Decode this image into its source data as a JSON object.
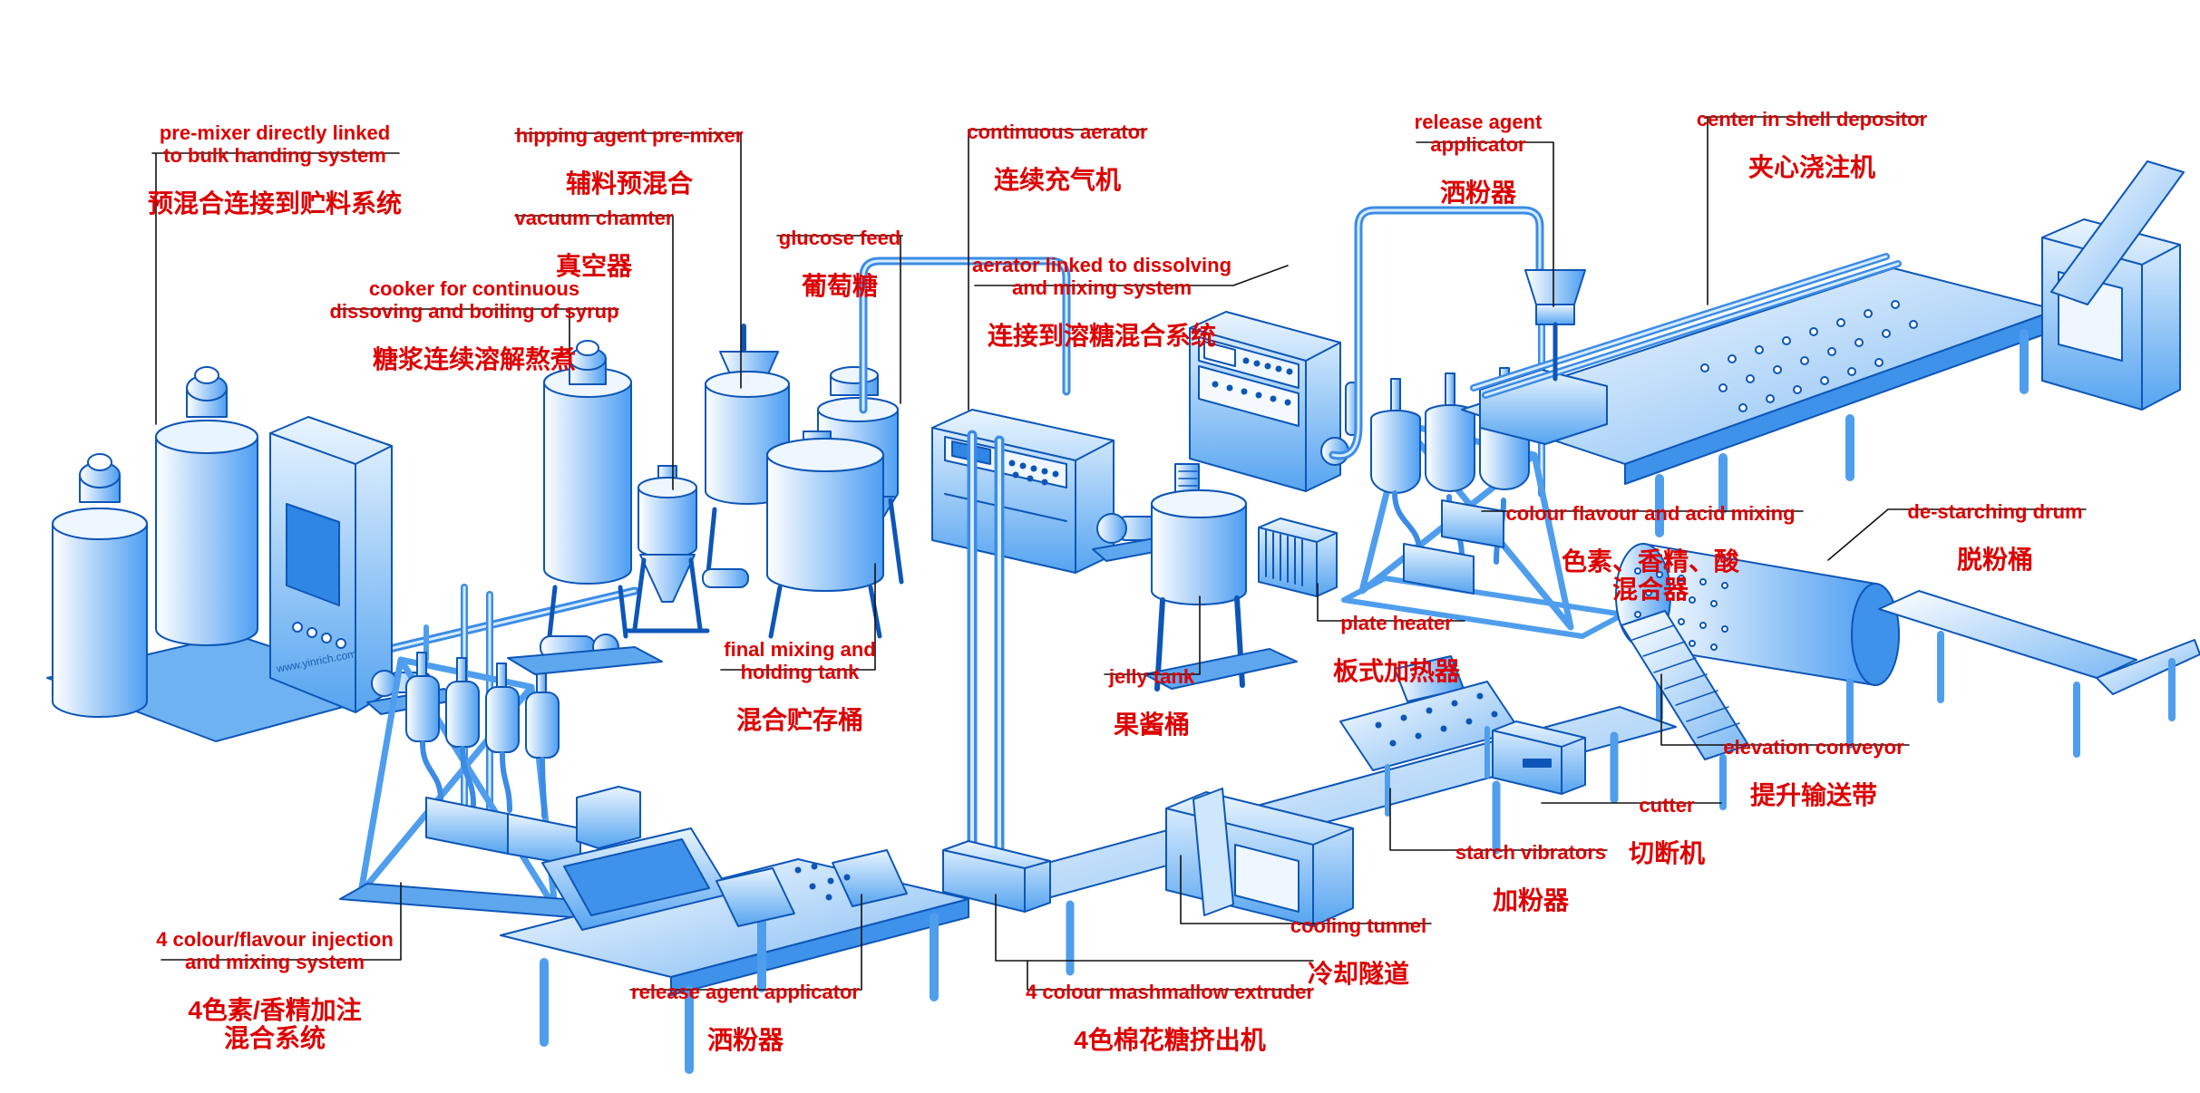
{
  "diagram": {
    "title_implicit": "marshmallow production line flow diagram",
    "background": "#ffffff",
    "label_color": "#dd0000",
    "leader_color": "#000000",
    "machine_fill": "#5aa4f0",
    "machine_outline": "#0d56b8",
    "watermark": "www.yinrich.com",
    "labels": [
      {
        "id": "pre-mixer-bulk",
        "en": "pre-mixer directly linked\nto bulk handing system",
        "zh": "预混合连接到贮料系统"
      },
      {
        "id": "hipping-agent-pre-mixer",
        "en": "hipping agent pre-mixer",
        "zh": "辅料预混合"
      },
      {
        "id": "vacuum-chamber",
        "en": "vacuum chamter",
        "zh": "真空器"
      },
      {
        "id": "cooker",
        "en": "cooker for continuous\ndissoving and boiling of syrup",
        "zh": "糖浆连续溶解熬煮"
      },
      {
        "id": "glucose-feed",
        "en": "glucose feed",
        "zh": "葡萄糖"
      },
      {
        "id": "continuous-aerator",
        "en": "continuous aerator",
        "zh": "连续充气机"
      },
      {
        "id": "aerator-linked",
        "en": "aerator linked to dissolving\nand mixing system",
        "zh": "连接到溶糖混合系统"
      },
      {
        "id": "release-agent-top",
        "en": "release agent\napplicator",
        "zh": "洒粉器"
      },
      {
        "id": "shell-depositor",
        "en": "center in shell depositor",
        "zh": "夹心浇注机"
      },
      {
        "id": "colour-acid-mixing",
        "en": "colour flavour and acid mixing",
        "zh": "色素、香精、酸\n混合器"
      },
      {
        "id": "destarching-drum",
        "en": "de-starching drum",
        "zh": "脱粉桶"
      },
      {
        "id": "plate-heater",
        "en": "plate heater",
        "zh": "板式加热器"
      },
      {
        "id": "jelly-tank",
        "en": "jelly tank",
        "zh": "果酱桶"
      },
      {
        "id": "final-mixing",
        "en": "final mixing and\nholding tank",
        "zh": "混合贮存桶"
      },
      {
        "id": "elevation-conveyor",
        "en": "elevation conveyor",
        "zh": "提升输送带"
      },
      {
        "id": "cutter",
        "en": "cutter",
        "zh": "切断机"
      },
      {
        "id": "starch-vibrators",
        "en": "starch vibrators",
        "zh": "加粉器"
      },
      {
        "id": "cooling-tunnel",
        "en": "cooling tunnel",
        "zh": "冷却隧道"
      },
      {
        "id": "extruder",
        "en": "4 colour mashmallow extruder",
        "zh": "4色棉花糖挤出机"
      },
      {
        "id": "release-agent-bottom",
        "en": "release agent applicator",
        "zh": "洒粉器"
      },
      {
        "id": "injection-system",
        "en": "4 colour/flavour injection\nand mixing system",
        "zh": "4色素/香精加注\n混合系统"
      }
    ]
  }
}
